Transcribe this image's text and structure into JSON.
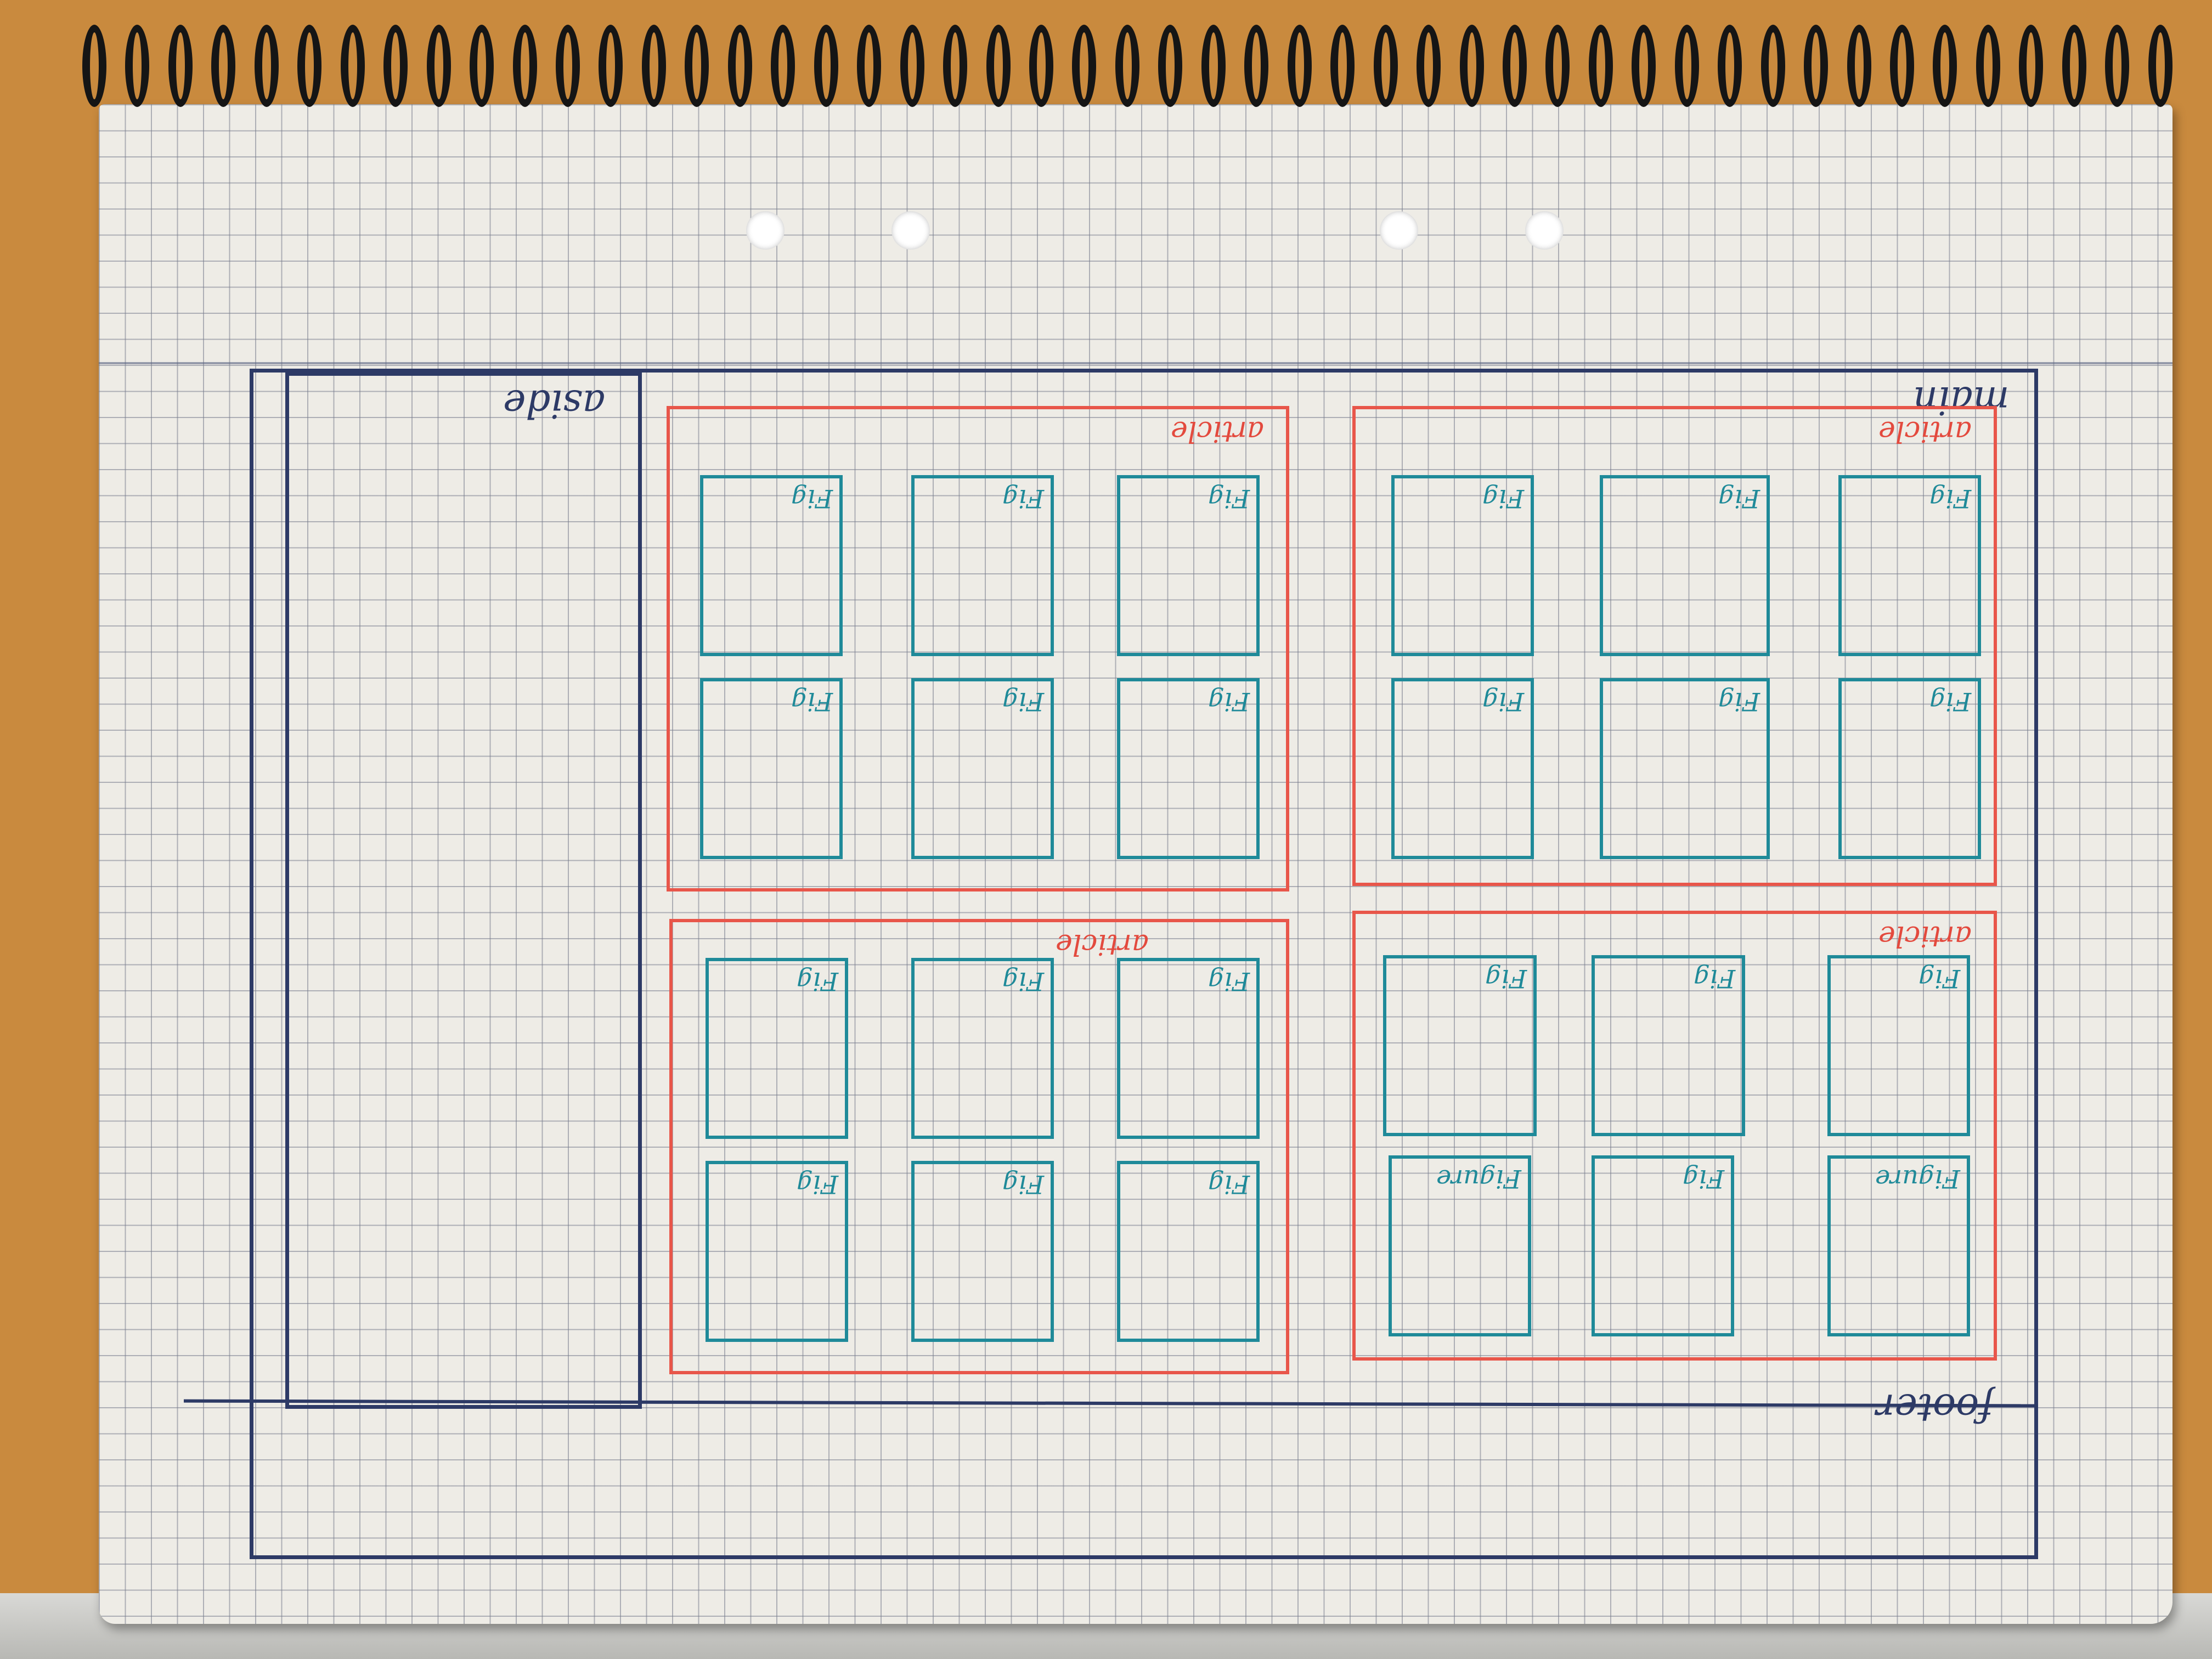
{
  "sketch": {
    "aside_label": "aside",
    "main_label": "main",
    "footer_label": "footer",
    "articles": [
      {
        "label": "article",
        "figures": [
          "Fig",
          "Fig",
          "Fig",
          "Fig",
          "Fig",
          "Fig"
        ]
      },
      {
        "label": "article",
        "figures": [
          "Fig",
          "Fig",
          "Fig",
          "Fig",
          "Fig",
          "Fig"
        ]
      },
      {
        "label": "article",
        "figures": [
          "Fig",
          "Fig",
          "Fig",
          "Fig",
          "Fig",
          "Fig"
        ]
      },
      {
        "label": "article",
        "figures": [
          "Fig",
          "Fig",
          "Fig",
          "Figure",
          "Fig",
          "Figure"
        ]
      }
    ]
  },
  "colors": {
    "paper": "#eeece6",
    "grid": "#787d8c",
    "layout_ink": "#2d3a66",
    "article_ink": "#e8564a",
    "figure_ink": "#1f8a99",
    "desk": "#c98a3e"
  }
}
